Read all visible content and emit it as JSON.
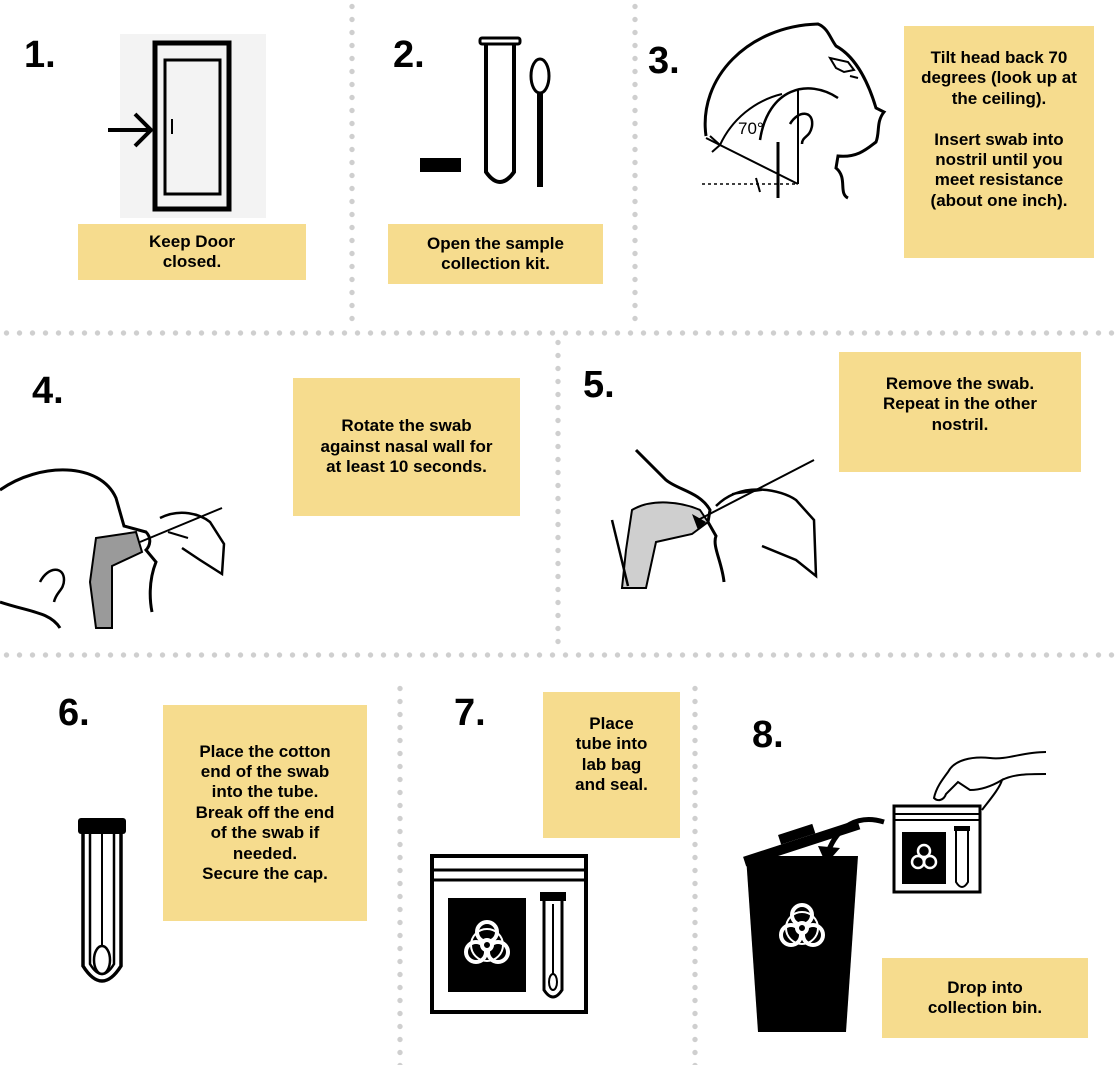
{
  "steps": [
    {
      "number": "1.",
      "text": "Keep Door\nclosed."
    },
    {
      "number": "2.",
      "text": "Open the sample\ncollection kit."
    },
    {
      "number": "3.",
      "text": "Tilt head back 70\ndegrees (look up at\nthe ceiling).\n\nInsert swab into\nnostril until you\nmeet resistance\n(about one inch)."
    },
    {
      "number": "4.",
      "text": "Rotate the swab\nagainst nasal wall for\nat least 10 seconds."
    },
    {
      "number": "5.",
      "text": "Remove the swab.\nRepeat in the other\nnostril."
    },
    {
      "number": "6.",
      "text": "Place the cotton\nend of the swab\ninto the tube.\nBreak off the end\nof the swab if\nneeded.\nSecure the cap."
    },
    {
      "number": "7.",
      "text": "Place\ntube into\nlab bag\nand seal."
    },
    {
      "number": "8.",
      "text": "Drop into\ncollection bin."
    }
  ],
  "figure_labels": {
    "angle": "70°"
  },
  "colors": {
    "note_background": "#f6dc8e",
    "divider": "#cfcfcf",
    "ink": "#000000",
    "nasal_cavity": "#9a9a9a"
  },
  "icons": [
    "door-icon",
    "arrow-icon",
    "test-tube-icon",
    "swab-icon",
    "head-tilt-icon",
    "nasal-swab-icon",
    "sealed-tube-icon",
    "lab-bag-icon",
    "biohazard-icon",
    "biohazard-bin-icon",
    "hand-icon"
  ]
}
